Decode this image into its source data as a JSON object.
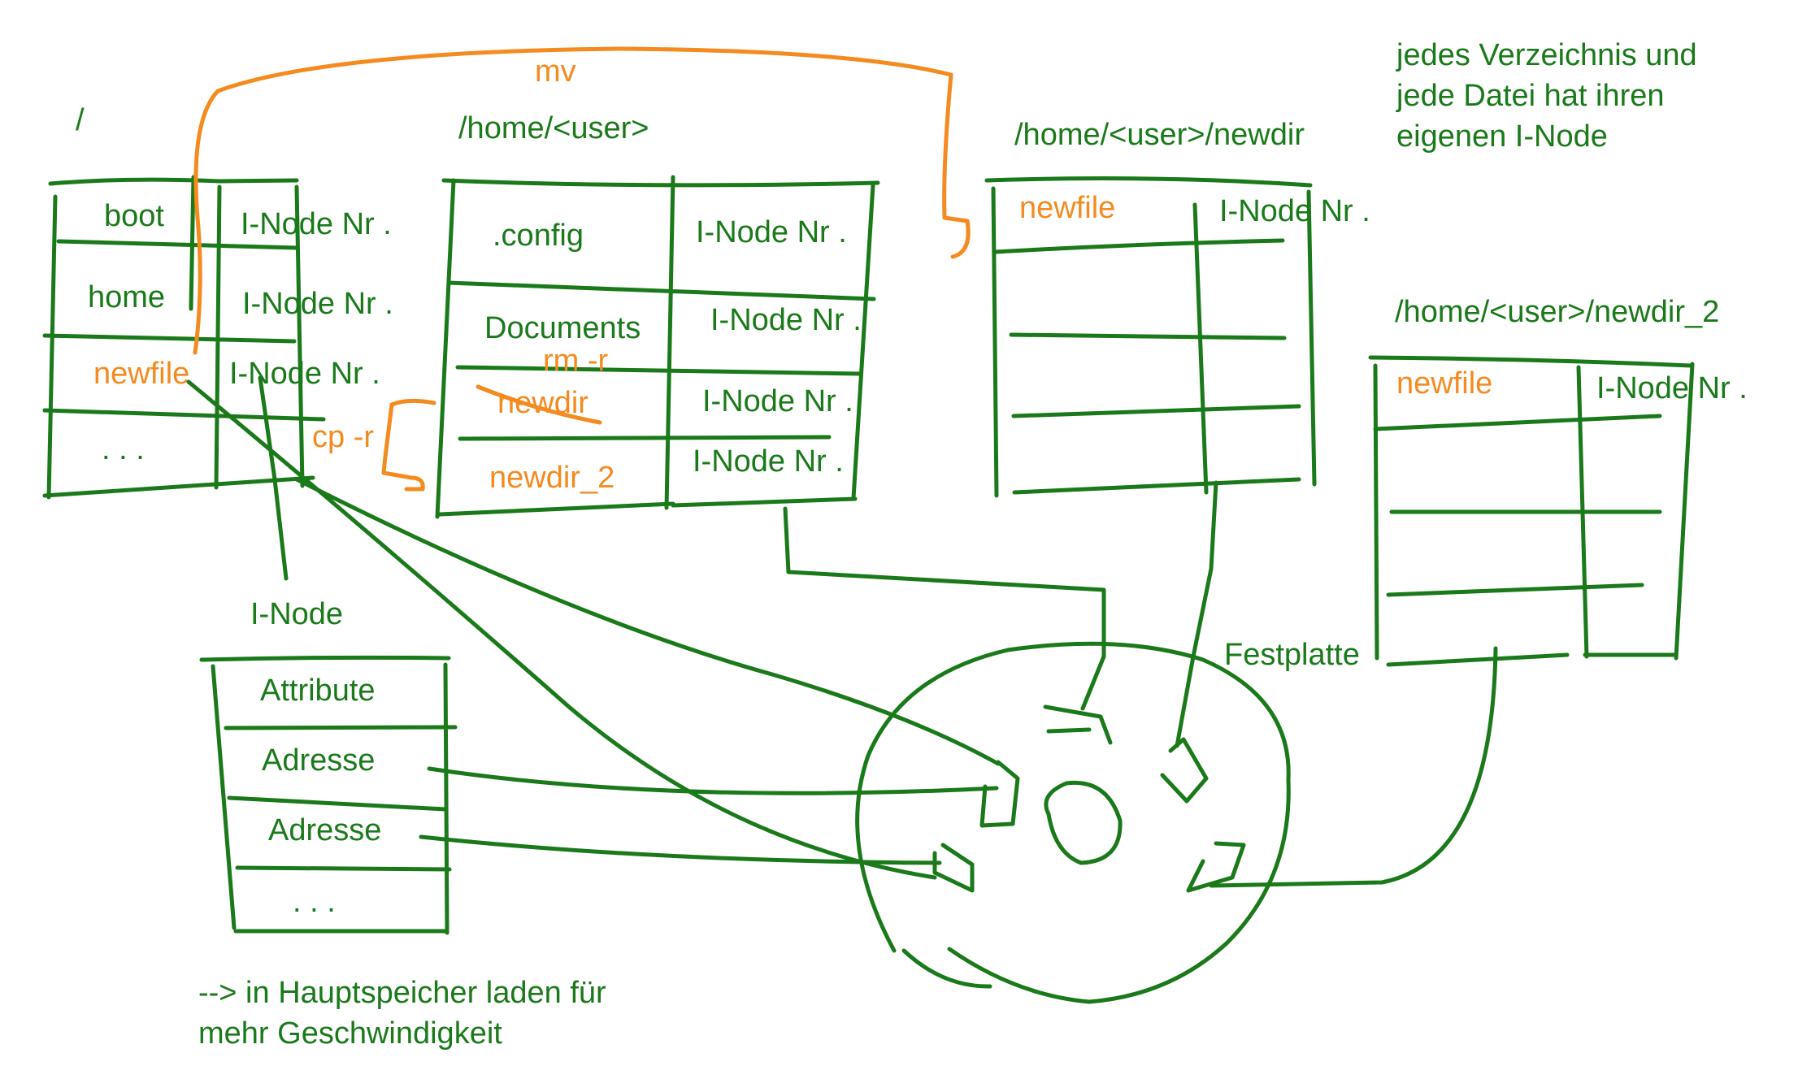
{
  "colors": {
    "ink": "#1a7a1a",
    "highlight": "#f58a1f",
    "background": "#ffffff"
  },
  "note": [
    "jedes Verzeichnis und",
    "jede Datei hat ihren",
    "eigenen I-Node"
  ],
  "root": {
    "path": "/",
    "rows": [
      {
        "name": "boot",
        "inode": "I-Node Nr ."
      },
      {
        "name": "home",
        "inode": "I-Node Nr ."
      },
      {
        "name": "newfile",
        "inode": "I-Node Nr ."
      },
      {
        "name": ". . .",
        "inode": ""
      }
    ]
  },
  "home_user": {
    "path": "/home/<user>",
    "rows": [
      {
        "name": ".config",
        "inode": "I-Node Nr ."
      },
      {
        "name": "Documents",
        "inode": "I-Node Nr ."
      },
      {
        "name": "newdir",
        "inode": "I-Node Nr ."
      },
      {
        "name": "newdir_2",
        "inode": "I-Node Nr ."
      }
    ]
  },
  "newdir": {
    "path": "/home/<user>/newdir",
    "rows": [
      {
        "name": "newfile",
        "inode": "I-Node Nr ."
      }
    ]
  },
  "newdir_2": {
    "path": "/home/<user>/newdir_2",
    "rows": [
      {
        "name": "newfile",
        "inode": "I-Node Nr ."
      }
    ]
  },
  "inode": {
    "title": "I-Node",
    "rows": [
      "Attribute",
      "Adresse",
      "Adresse",
      ". . ."
    ]
  },
  "commands": {
    "mv": "mv",
    "cp": "cp -r",
    "rm": "rm -r"
  },
  "disk_label": "Festplatte",
  "footer": [
    "--> in Hauptspeicher laden für",
    "mehr Geschwindigkeit"
  ]
}
